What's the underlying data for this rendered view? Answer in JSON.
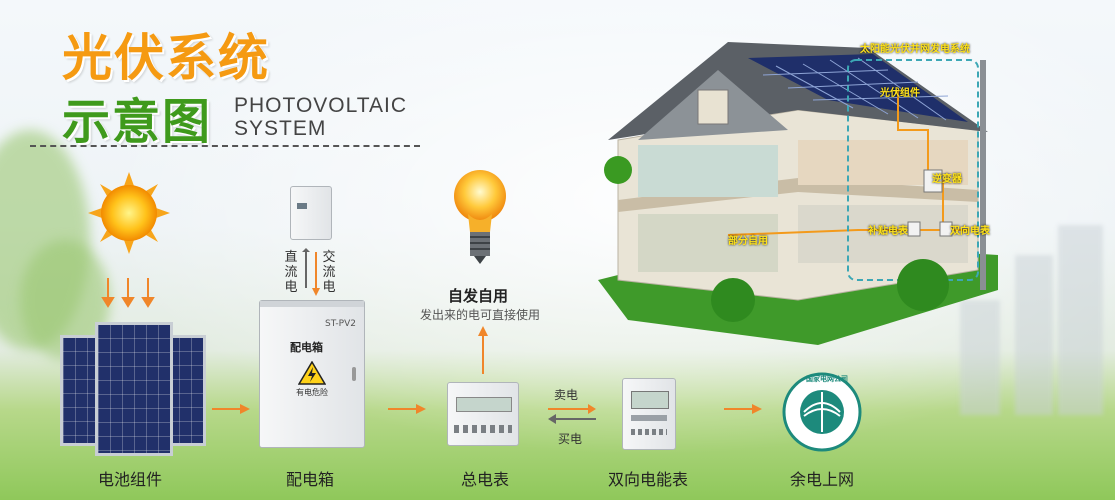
{
  "header": {
    "title_line1": "光伏系统",
    "title_line2": "示意图",
    "subtitle_en_line1": "PHOTOVOLTAIC",
    "subtitle_en_line2": "SYSTEM"
  },
  "components": {
    "solar_panels": "电池组件",
    "distribution_box": "配电箱",
    "main_meter": "总电表",
    "bidirectional_meter": "双向电能表",
    "grid": "余电上网"
  },
  "flow_labels": {
    "dc_current": "直流电",
    "ac_current": "交流电",
    "self_use_title": "自发自用",
    "self_use_desc": "发出来的电可直接使用",
    "sell_power": "卖电",
    "buy_power": "买电"
  },
  "device_text": {
    "box_model": "ST-PV2",
    "box_title": "配电箱",
    "box_warning": "有电危险",
    "grid_logo": "国家电网公司"
  },
  "house": {
    "system_label": "太阳能光伏并网发电系统",
    "pv_module": "光伏组件",
    "inverter": "逆变器",
    "subsidy_meter": "补贴电表",
    "bidirectional_meter": "双向电表",
    "partial_self_use": "部分自用"
  },
  "colors": {
    "title_orange": "#f59a12",
    "title_green": "#3f9a1c",
    "arrow_orange": "#f0862a",
    "house_label_yellow": "#ffe21a"
  }
}
